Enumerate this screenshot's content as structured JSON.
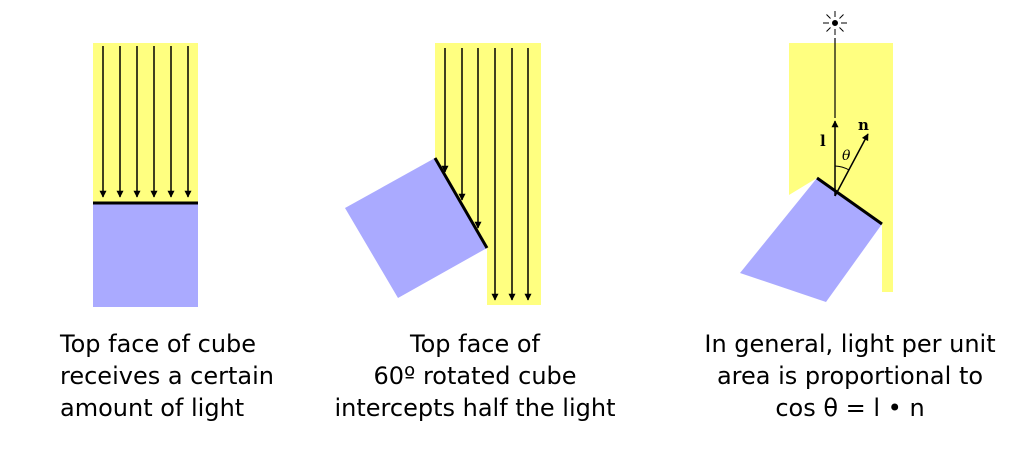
{
  "colors": {
    "light": "#ffff80",
    "cube": "#aaaaff",
    "ink": "#000000"
  },
  "panels": [
    {
      "caption": [
        "Top face of cube",
        "receives a certain",
        "amount of light"
      ]
    },
    {
      "caption": [
        "Top face of",
        "60º rotated cube",
        "intercepts half the light"
      ]
    },
    {
      "caption": [
        "In general, light per unit",
        "area is proportional to",
        "cos θ = l • n"
      ],
      "labels": {
        "light_vector": "l",
        "normal_vector": "n",
        "angle": "θ"
      },
      "icons": [
        "light-source-icon"
      ]
    }
  ]
}
